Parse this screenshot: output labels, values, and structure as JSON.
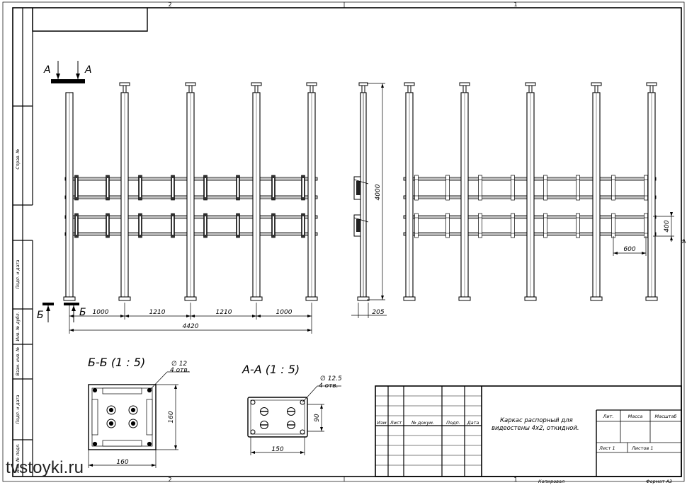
{
  "frame": {
    "zone_top_left": "2",
    "zone_top_right": "1",
    "zone_bottom_left": "2",
    "zone_bottom_right": "1",
    "zone_side_right": "A"
  },
  "side_strip": {
    "sprav": "Справ. №",
    "podp_data_1": "Подп. и дата",
    "inv_dubl": "Инв. № дубл.",
    "vzam_inv": "Взам. инв. №",
    "podp_data_2": "Подп. и дата",
    "inv_podl": "Инв. № подл."
  },
  "section_marks": {
    "a_left": "A",
    "a_right": "A",
    "b_left": "Б",
    "b_right": "Б"
  },
  "dimensions": {
    "d1000_left": "1000",
    "d1210_a": "1210",
    "d1210_b": "1210",
    "d1000_right": "1000",
    "d4420": "4420",
    "height": "4000",
    "depth": "205",
    "step400": "400",
    "step600": "600"
  },
  "detail_bb": {
    "title": "Б-Б (1 : 5)",
    "hole_dia": "∅ 12",
    "hole_count": "4 отв.",
    "dim_v": "160",
    "dim_h": "160"
  },
  "detail_aa": {
    "title": "А-А (1 : 5)",
    "hole_dia": "∅ 12.5",
    "hole_count": "4 отв.",
    "dim_v": "90",
    "dim_h": "150"
  },
  "title_block": {
    "col_izm": "Изм",
    "col_list": "Лист",
    "col_dokum": "№ докум.",
    "col_podp": "Подп.",
    "col_data": "Дата",
    "name_line1": "Каркас распорный для",
    "name_line2": "видеостены 4х2, откидной.",
    "lit": "Лит.",
    "massa": "Масса",
    "masshtab": "Масштаб",
    "list": "Лист 1",
    "listov": "Листов 1"
  },
  "footer": {
    "kopiroval": "Копировал",
    "format": "Формат А3"
  },
  "watermark": "tvstoyki.ru"
}
